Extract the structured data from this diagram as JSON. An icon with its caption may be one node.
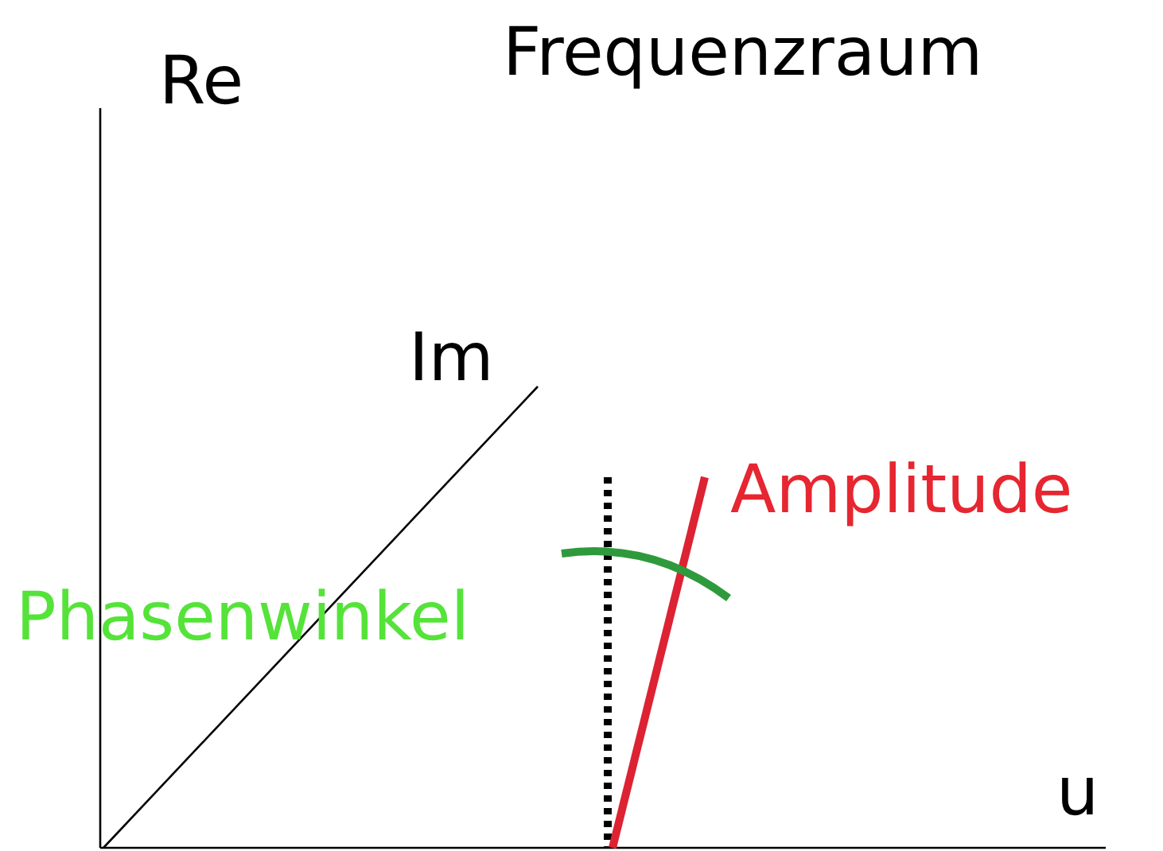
{
  "diagram": {
    "title": "Frequenzraum",
    "labels": [
      "Re",
      "Im",
      "Amplitude",
      "Phasenwinkel",
      "u"
    ]
  }
}
